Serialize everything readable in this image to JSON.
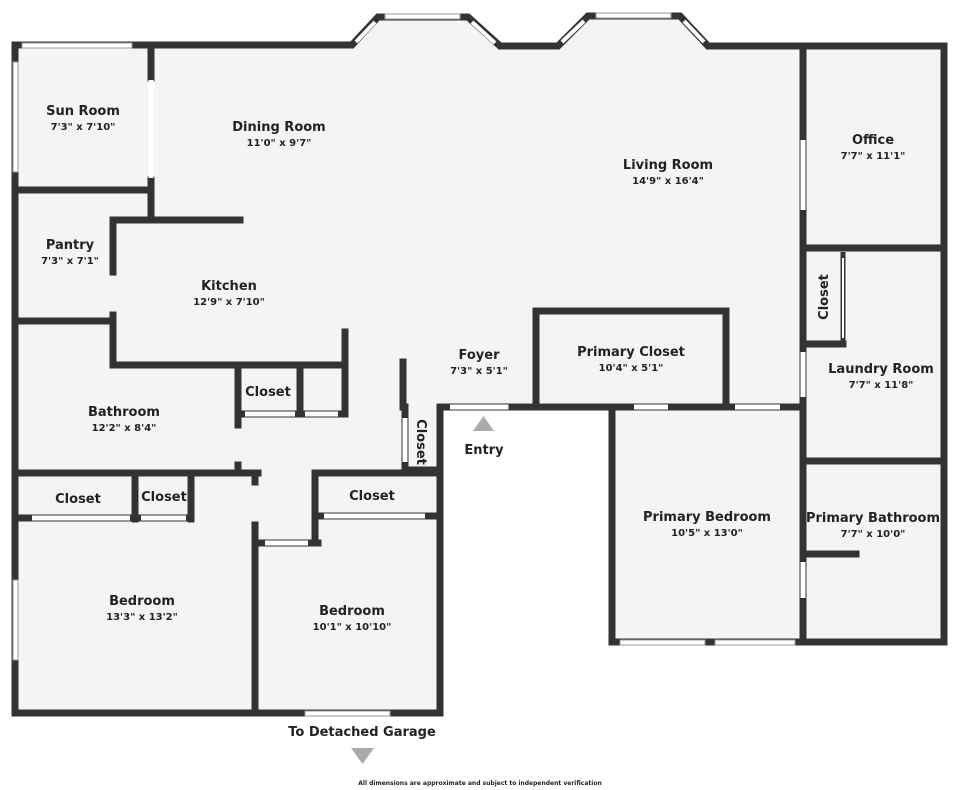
{
  "rooms": {
    "sun_room": {
      "name": "Sun Room",
      "dims": "7'3\" x 7'10\""
    },
    "dining_room": {
      "name": "Dining Room",
      "dims": "11'0\" x 9'7\""
    },
    "living_room": {
      "name": "Living Room",
      "dims": "14'9\" x 16'4\""
    },
    "office": {
      "name": "Office",
      "dims": "7'7\" x 11'1\""
    },
    "pantry": {
      "name": "Pantry",
      "dims": "7'3\" x 7'1\""
    },
    "kitchen": {
      "name": "Kitchen",
      "dims": "12'9\" x 7'10\""
    },
    "foyer": {
      "name": "Foyer",
      "dims": "7'3\" x 5'1\""
    },
    "primary_closet": {
      "name": "Primary Closet",
      "dims": "10'4\" x 5'1\""
    },
    "laundry_room": {
      "name": "Laundry Room",
      "dims": "7'7\" x 11'8\""
    },
    "bathroom": {
      "name": "Bathroom",
      "dims": "12'2\" x 8'4\""
    },
    "primary_bedroom": {
      "name": "Primary Bedroom",
      "dims": "10'5\" x 13'0\""
    },
    "primary_bathroom": {
      "name": "Primary Bathroom",
      "dims": "7'7\" x 10'0\""
    },
    "bedroom_1": {
      "name": "Bedroom",
      "dims": "13'3\" x 13'2\""
    },
    "bedroom_2": {
      "name": "Bedroom",
      "dims": "10'1\" x 10'10\""
    }
  },
  "closets": {
    "kitchen_closet": "Closet",
    "foyer_closet": "Closet",
    "office_closet": "Closet",
    "bedroom1_closet_a": "Closet",
    "bedroom1_closet_b": "Closet",
    "bedroom2_closet": "Closet"
  },
  "labels": {
    "entry": "Entry",
    "garage": "To Detached Garage",
    "disclaimer": "All dimensions are approximate and subject to independent verification"
  },
  "colors": {
    "wall": "#333333",
    "floor": "#f4f4f4",
    "arrow": "#aaaaaa"
  }
}
